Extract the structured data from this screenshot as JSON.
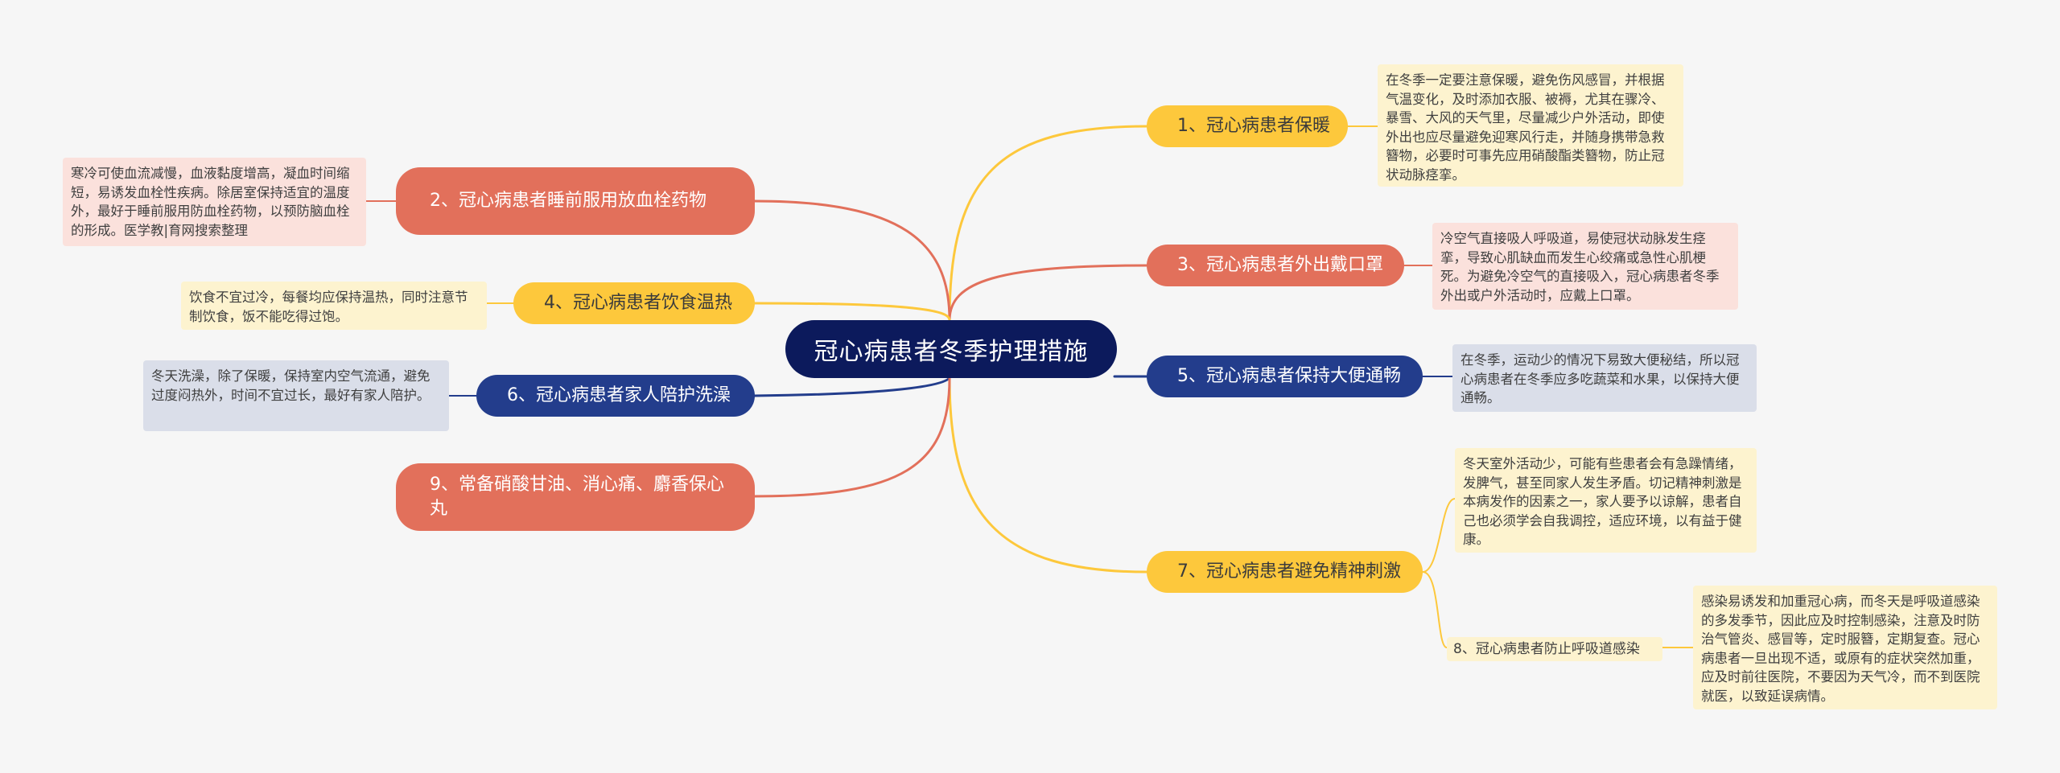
{
  "root": {
    "label": "冠心病患者冬季护理措施"
  },
  "colors": {
    "yellow": "#fdc83c",
    "red": "#e2705b",
    "navy": "#233d8c",
    "root": "#0c1a5c"
  },
  "topics": {
    "t1": {
      "label": "1、冠心病患者保暖",
      "color": "yellow"
    },
    "t2": {
      "label": "2、冠心病患者睡前服用放血栓药物",
      "color": "red"
    },
    "t3": {
      "label": "3、冠心病患者外出戴口罩",
      "color": "red"
    },
    "t4": {
      "label": "4、冠心病患者饮食温热",
      "color": "yellow"
    },
    "t5": {
      "label": "5、冠心病患者保持大便通畅",
      "color": "navy"
    },
    "t6": {
      "label": "6、冠心病患者家人陪护洗澡",
      "color": "navy"
    },
    "t7": {
      "label": "7、冠心病患者避免精神刺激",
      "color": "yellow"
    },
    "t9": {
      "label": "9、常备硝酸甘油、消心痛、麝香保心丸",
      "color": "red"
    }
  },
  "notes": {
    "n1": "在冬季一定要注意保暖，避免伤风感冒，并根据气温变化，及时添加衣服、被褥，尤其在骤冷、暴雪、大风的天气里，尽量减少户外活动，即使外出也应尽量避免迎寒风行走，并随身携带急救簪物，必要时可事先应用硝酸酯类簪物，防止冠状动脉痉挛。",
    "n2": "寒冷可使血流减慢，血液黏度增高，凝血时间缩短，易诱发血栓性疾病。除居室保持适宜的温度外，最好于睡前服用防血栓药物，以预防脑血栓的形成。医学教|育网搜索整理",
    "n3": "冷空气直接吸人呼吸道，易使冠状动脉发生痉挛，导致心肌缺血而发生心绞痛或急性心肌梗死。为避免冷空气的直接吸入，冠心病患者冬季外出或户外活动时，应戴上口罩。",
    "n4": "饮食不宜过冷，每餐均应保持温热，同时注意节制饮食，饭不能吃得过饱。",
    "n5": "在冬季，运动少的情况下易致大便秘结，所以冠心病患者在冬季应多吃蔬菜和水果，以保持大便通畅。",
    "n6": "冬天洗澡，除了保暖，保持室内空气流通，避免过度闷热外，时间不宜过长，最好有家人陪护。",
    "n7": "冬天室外活动少，可能有些患者会有急躁情绪，发脾气，甚至同家人发生矛盾。切记精神刺激是本病发作的因素之一，家人要予以谅解，患者自己也必须学会自我调控，适应环境，以有益于健康。",
    "n8": "感染易诱发和加重冠心病，而冬天是呼吸道感染的多发季节，因此应及时控制感染，注意及时防治气管炎、感冒等，定时服簪，定期复查。冠心病患者一旦出现不适，或原有的症状突然加重，应及时前往医院，不要因为天气冷，而不到医院就医，以致延误病情。"
  },
  "subtopics": {
    "s8": {
      "label": "8、冠心病患者防止呼吸道感染"
    }
  }
}
